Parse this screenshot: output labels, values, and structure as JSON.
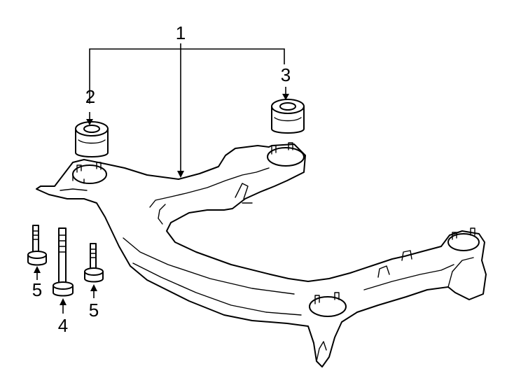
{
  "callouts": {
    "c1": "1",
    "c2": "2",
    "c3": "3",
    "c4": "4",
    "c5a": "5",
    "c5b": "5"
  }
}
